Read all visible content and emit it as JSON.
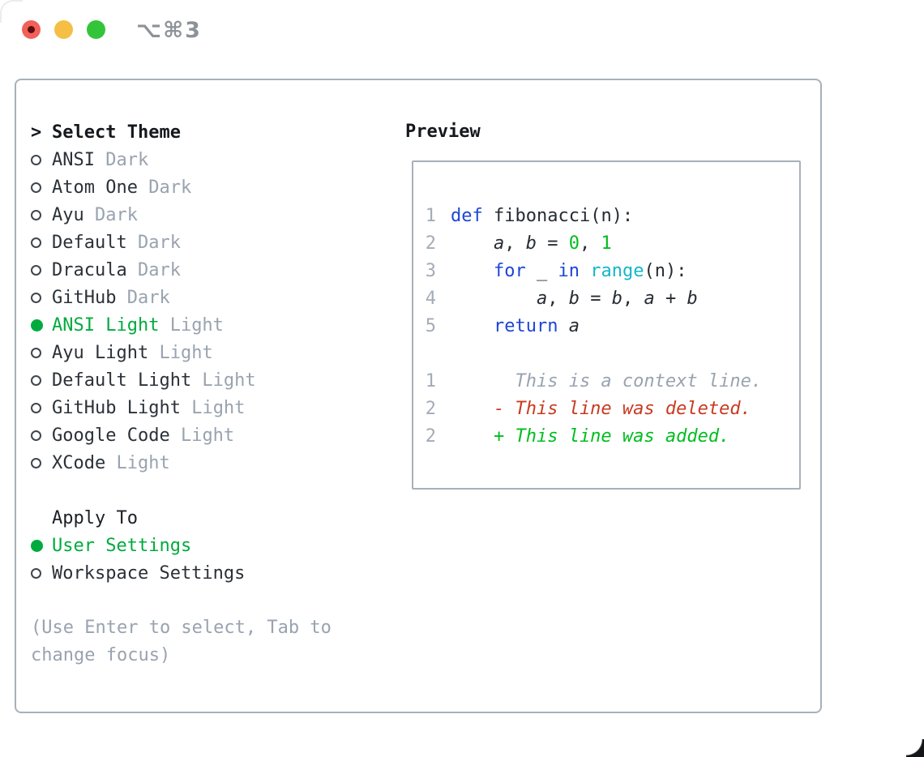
{
  "window": {
    "shortcut_label": "⌥⌘3",
    "traffic_lights": [
      "close",
      "minimize",
      "zoom"
    ]
  },
  "colors": {
    "accent_green": "#00ab3e",
    "bright_green": "#00bd1f",
    "keyword_blue": "#1c46d8",
    "function_cyan": "#14b6c8",
    "deleted_red": "#c83a20",
    "muted_gray": "#99a3af",
    "text_dark": "#262c33",
    "border_gray": "#a8b0ba",
    "traffic_red": "#f2605a",
    "traffic_yellow": "#f5bf45",
    "traffic_green": "#33c43a"
  },
  "left": {
    "prompt_marker": ">",
    "title": "Select Theme",
    "themes": [
      {
        "name": "ANSI",
        "variant": "Dark",
        "selected": false
      },
      {
        "name": "Atom One",
        "variant": "Dark",
        "selected": false
      },
      {
        "name": "Ayu",
        "variant": "Dark",
        "selected": false
      },
      {
        "name": "Default",
        "variant": "Dark",
        "selected": false
      },
      {
        "name": "Dracula",
        "variant": "Dark",
        "selected": false
      },
      {
        "name": "GitHub",
        "variant": "Dark",
        "selected": false
      },
      {
        "name": "ANSI Light",
        "variant": "Light",
        "selected": true
      },
      {
        "name": "Ayu Light",
        "variant": "Light",
        "selected": false
      },
      {
        "name": "Default Light",
        "variant": "Light",
        "selected": false
      },
      {
        "name": "GitHub Light",
        "variant": "Light",
        "selected": false
      },
      {
        "name": "Google Code",
        "variant": "Light",
        "selected": false
      },
      {
        "name": "XCode",
        "variant": "Light",
        "selected": false
      }
    ],
    "apply": {
      "header": "Apply To",
      "options": [
        {
          "label": "User Settings",
          "selected": true
        },
        {
          "label": "Workspace Settings",
          "selected": false
        }
      ]
    },
    "hint_lines": [
      "(Use Enter to select, Tab to",
      "change focus)"
    ]
  },
  "preview": {
    "title": "Preview",
    "code_lines": [
      {
        "num": "1",
        "segments": [
          {
            "text": "def",
            "style": "kw"
          },
          {
            "text": " fibonacci(n):",
            "style": "plain"
          }
        ]
      },
      {
        "num": "2",
        "segments": [
          {
            "text": "    ",
            "style": "plain"
          },
          {
            "text": "a",
            "style": "var"
          },
          {
            "text": ", ",
            "style": "plain"
          },
          {
            "text": "b",
            "style": "var"
          },
          {
            "text": " = ",
            "style": "plain"
          },
          {
            "text": "0",
            "style": "num"
          },
          {
            "text": ", ",
            "style": "plain"
          },
          {
            "text": "1",
            "style": "num"
          }
        ]
      },
      {
        "num": "3",
        "segments": [
          {
            "text": "    ",
            "style": "plain"
          },
          {
            "text": "for",
            "style": "kw"
          },
          {
            "text": " ",
            "style": "plain"
          },
          {
            "text": "_",
            "style": "var"
          },
          {
            "text": " ",
            "style": "plain"
          },
          {
            "text": "in",
            "style": "kw"
          },
          {
            "text": " ",
            "style": "plain"
          },
          {
            "text": "range",
            "style": "fn"
          },
          {
            "text": "(n):",
            "style": "plain"
          }
        ]
      },
      {
        "num": "4",
        "segments": [
          {
            "text": "        ",
            "style": "plain"
          },
          {
            "text": "a",
            "style": "var"
          },
          {
            "text": ", ",
            "style": "plain"
          },
          {
            "text": "b",
            "style": "var"
          },
          {
            "text": " = ",
            "style": "plain"
          },
          {
            "text": "b",
            "style": "var"
          },
          {
            "text": ", ",
            "style": "plain"
          },
          {
            "text": "a",
            "style": "var"
          },
          {
            "text": " + ",
            "style": "plain"
          },
          {
            "text": "b",
            "style": "var"
          }
        ]
      },
      {
        "num": "5",
        "segments": [
          {
            "text": "    ",
            "style": "plain"
          },
          {
            "text": "return",
            "style": "kw"
          },
          {
            "text": " ",
            "style": "plain"
          },
          {
            "text": "a",
            "style": "var"
          }
        ]
      },
      {
        "num": "",
        "segments": []
      },
      {
        "num": "1",
        "segments": [
          {
            "text": "      This is a context line.",
            "style": "ctx"
          }
        ]
      },
      {
        "num": "2",
        "segments": [
          {
            "text": "    - This line was deleted.",
            "style": "del"
          }
        ]
      },
      {
        "num": "2",
        "segments": [
          {
            "text": "    + This line was added.",
            "style": "add"
          }
        ]
      }
    ]
  }
}
